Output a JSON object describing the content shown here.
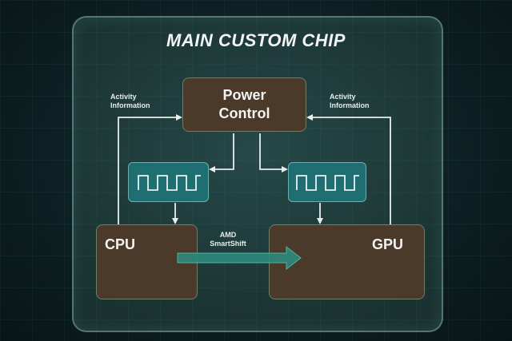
{
  "title": "MAIN CUSTOM CHIP",
  "blocks": {
    "power_control": [
      "Power",
      "Control"
    ],
    "cpu": "CPU",
    "gpu": "GPU"
  },
  "labels": {
    "activity_left": [
      "Activity",
      "Information"
    ],
    "activity_right": [
      "Activity",
      "Information"
    ],
    "amd_smartshift": [
      "AMD",
      "SmartShift"
    ]
  },
  "colors": {
    "block_fill": "#4b3a2a",
    "clock_fill": "#1e6e72",
    "smartshift_arrow": "#2e8a7c",
    "line_color": "#e9eeec"
  },
  "icons": {
    "clock_signal": "square-wave-icon"
  }
}
